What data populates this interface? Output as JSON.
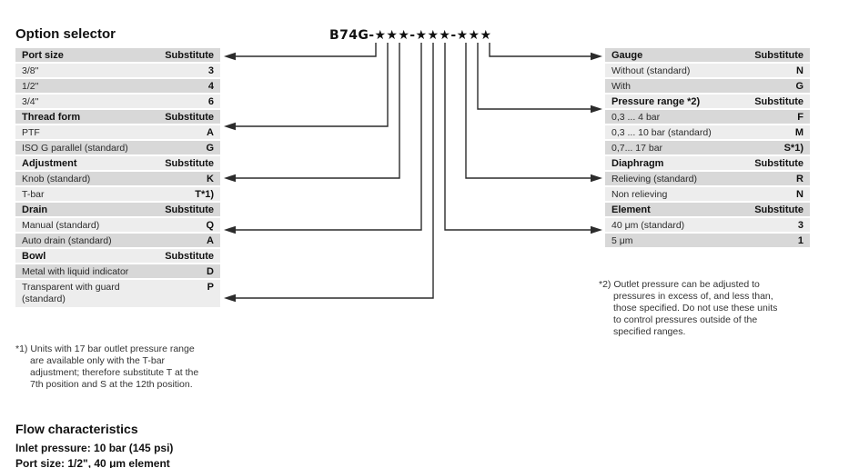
{
  "title": "Option selector",
  "part_number": "B74G-★★★-★★★-★★★",
  "left_table": {
    "rows": [
      {
        "label": "Port size",
        "code": "Substitute"
      },
      {
        "label": "3/8\"",
        "code": "3"
      },
      {
        "label": "1/2\"",
        "code": "4"
      },
      {
        "label": "3/4\"",
        "code": "6"
      },
      {
        "label": "Thread form",
        "code": "Substitute"
      },
      {
        "label": "PTF",
        "code": "A"
      },
      {
        "label": "ISO G parallel (standard)",
        "code": "G"
      },
      {
        "label": "Adjustment",
        "code": "Substitute"
      },
      {
        "label": "Knob (standard)",
        "code": "K"
      },
      {
        "label": "T-bar",
        "code": "T*1)"
      },
      {
        "label": "Drain",
        "code": "Substitute"
      },
      {
        "label": "Manual (standard)",
        "code": "Q"
      },
      {
        "label": "Auto drain (standard)",
        "code": "A"
      },
      {
        "label": "Bowl",
        "code": "Substitute"
      },
      {
        "label": "Metal with liquid indicator",
        "code": "D"
      },
      {
        "label": "Transparent with guard (standard)",
        "code": "P"
      }
    ]
  },
  "right_table": {
    "rows": [
      {
        "label": "Gauge",
        "code": "Substitute"
      },
      {
        "label": "Without (standard)",
        "code": "N"
      },
      {
        "label": "With",
        "code": "G"
      },
      {
        "label": "Pressure range *2)",
        "code": "Substitute"
      },
      {
        "label": "0,3 ... 4 bar",
        "code": "F"
      },
      {
        "label": "0,3 ... 10 bar (standard)",
        "code": "M"
      },
      {
        "label": "0,7... 17 bar",
        "code": "S*1)"
      },
      {
        "label": "Diaphragm",
        "code": "Substitute"
      },
      {
        "label": "Relieving (standard)",
        "code": "R"
      },
      {
        "label": "Non relieving",
        "code": "N"
      },
      {
        "label": "Element",
        "code": "Substitute"
      },
      {
        "label": "40 μm (standard)",
        "code": "3"
      },
      {
        "label": "5 μm",
        "code": "1"
      }
    ]
  },
  "footnote_1": {
    "lines": [
      "*1) Units with 17 bar outlet pressure range",
      "are available only with the T-bar",
      "adjustment; therefore substitute T at the",
      "7th position and S at the 12th position."
    ]
  },
  "footnote_2": {
    "lines": [
      "*2) Outlet pressure can be adjusted to",
      "pressures in excess of, and less than,",
      "those specified. Do not use these units",
      "to control pressures outside of the",
      "specified ranges."
    ]
  },
  "flow": {
    "heading": "Flow characteristics",
    "line1": "Inlet pressure: 10 bar (145 psi)",
    "line2": "Port size: 1/2\", 40 μm element"
  },
  "colors": {
    "row_gray": "#d8d8d8",
    "row_light": "#ededed",
    "line": "#2c2c2c",
    "text": "#1c1c1c"
  }
}
